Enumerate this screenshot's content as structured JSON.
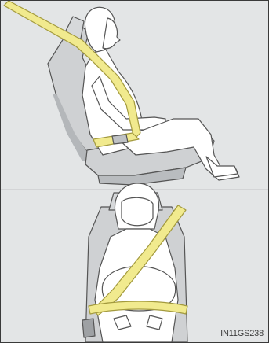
{
  "figure": {
    "code": "IN11GS238",
    "colors": {
      "background": "#e3e5e6",
      "belt": "#f1ea8e",
      "belt_outline": "#a39a3e",
      "seat": "#cfd1d3",
      "seat_shade": "#b4b7ba",
      "person": "#ffffff",
      "outline": "#555555"
    },
    "icons": [
      "side-view-seated-woman",
      "front-view-seated-woman",
      "seat-belt"
    ]
  }
}
